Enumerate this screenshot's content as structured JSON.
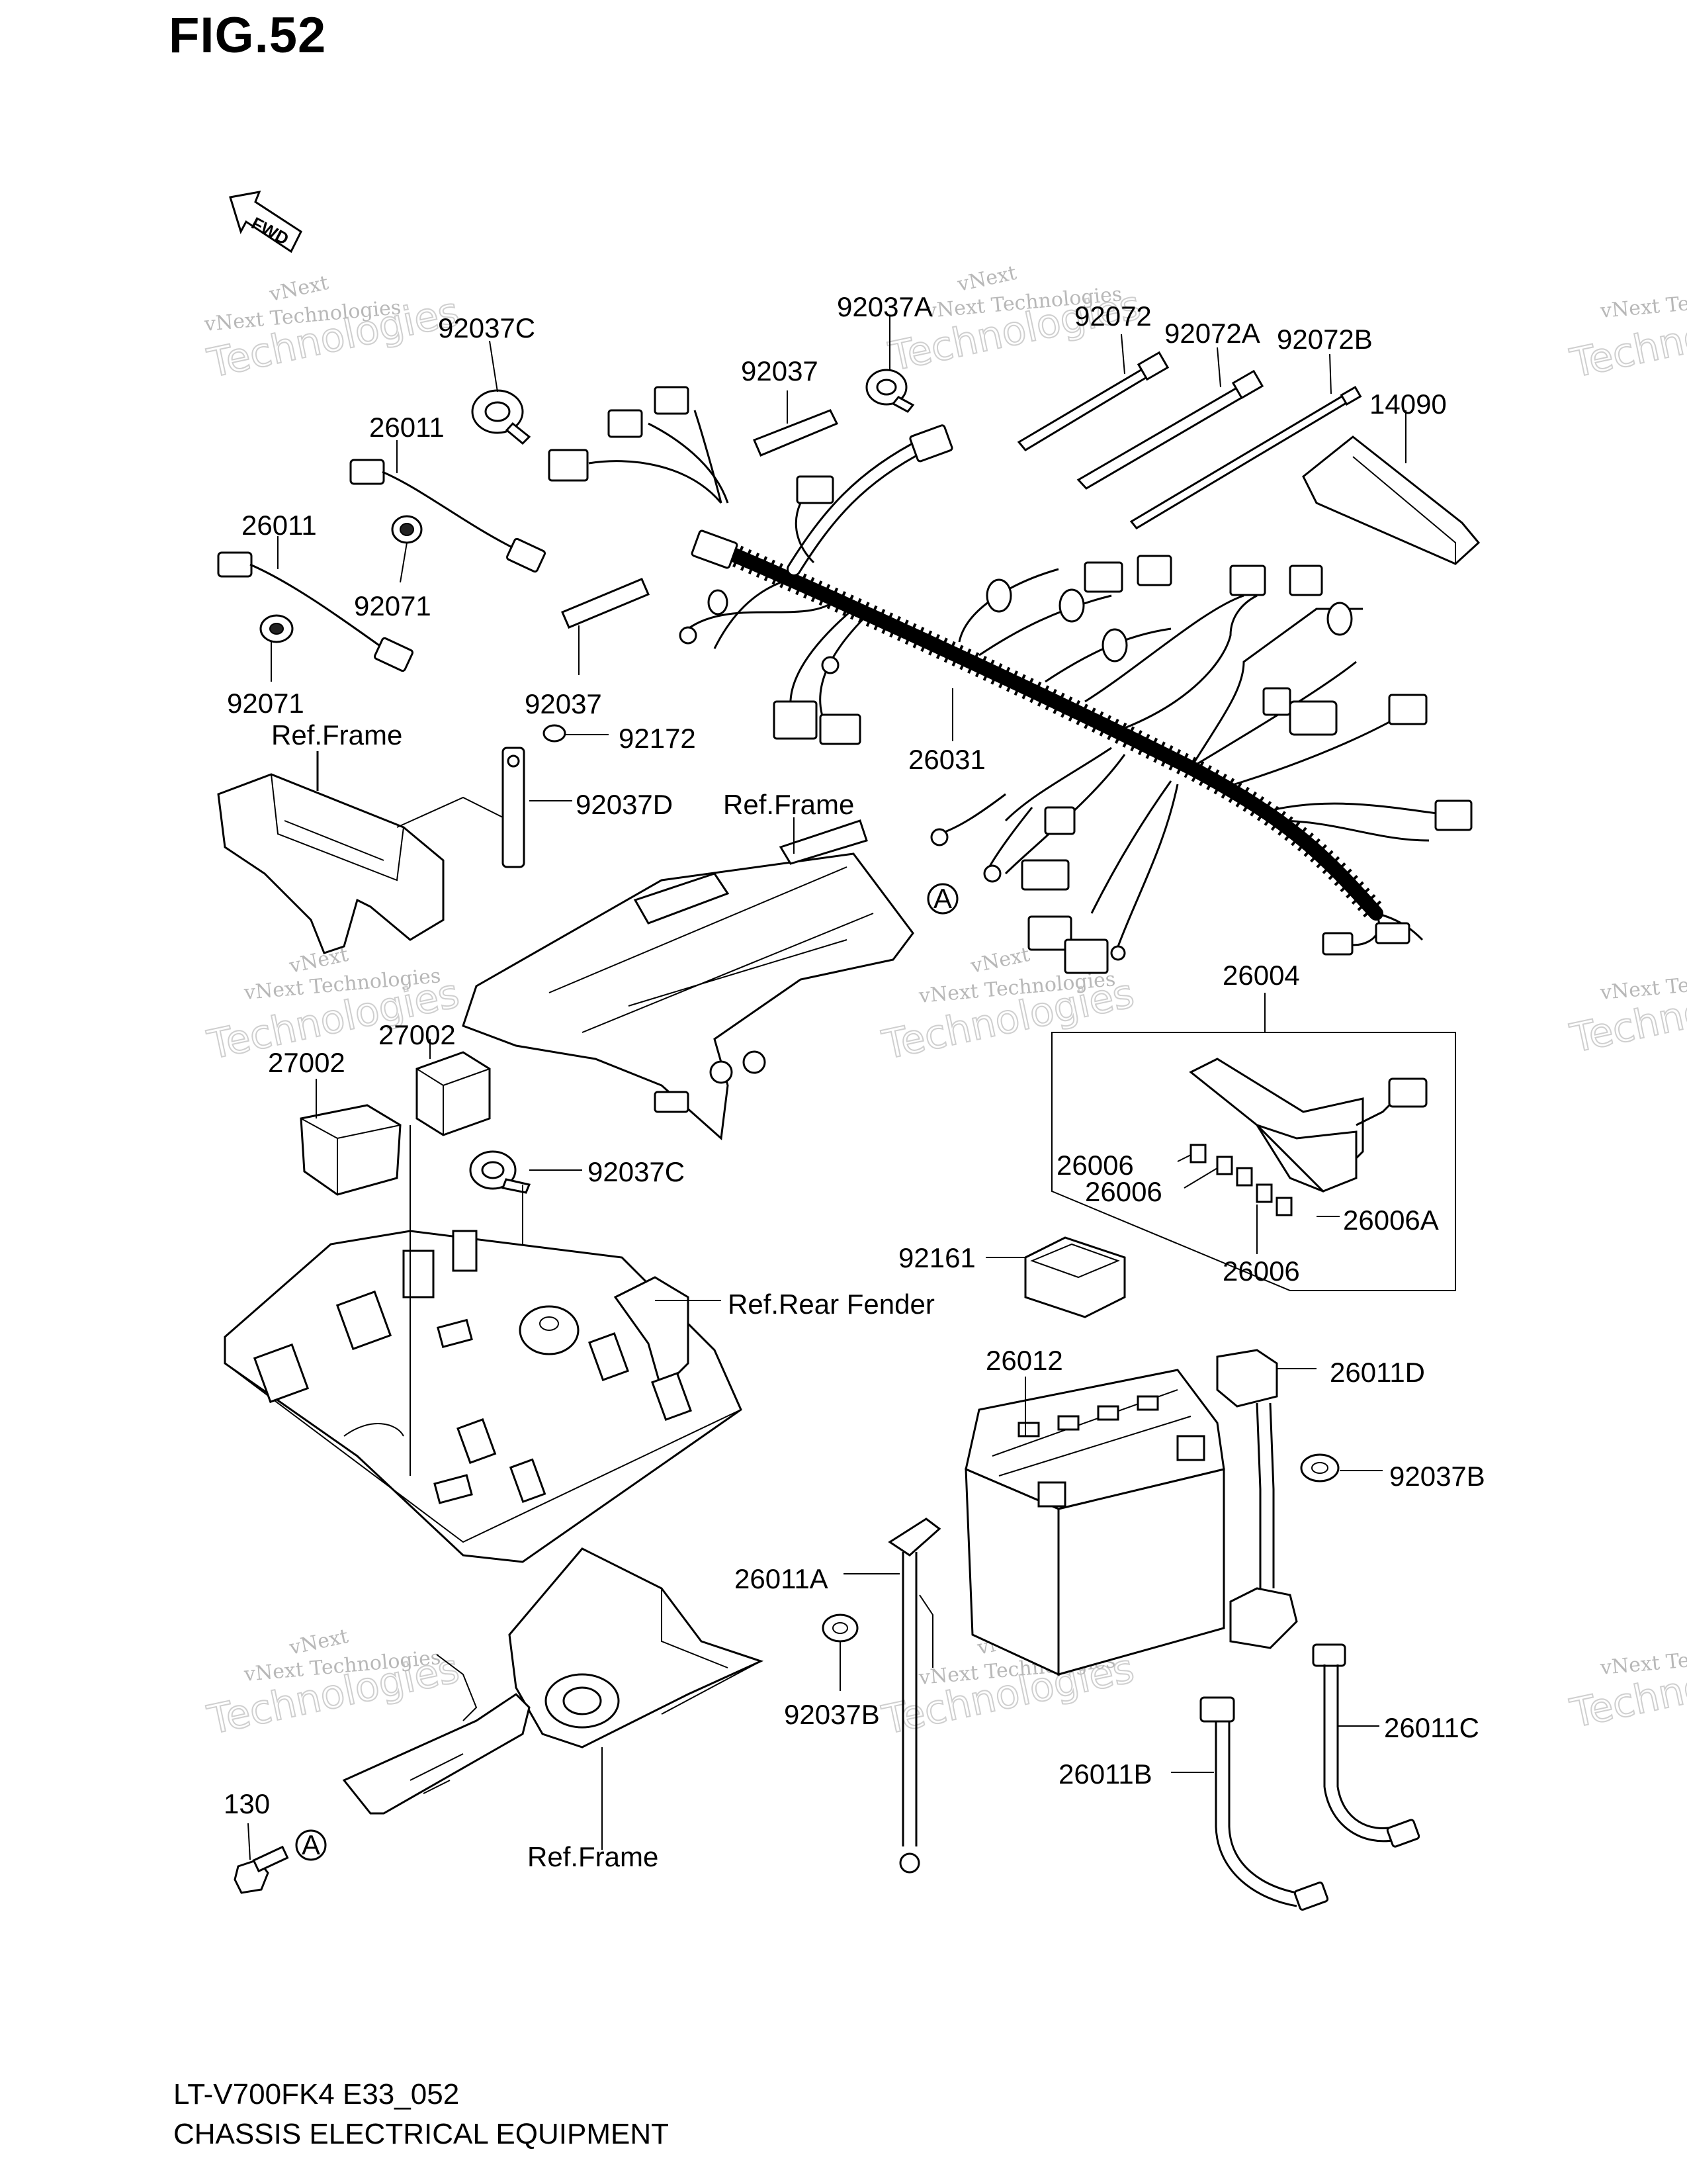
{
  "figure": {
    "title": "FIG.52",
    "model_code": "LT-V700FK4 E33_052",
    "section_name": "CHASSIS ELECTRICAL EQUIPMENT",
    "fwd_label": "FWD"
  },
  "watermark": {
    "line1": "vNext Technologies",
    "line2": "Technologies",
    "line3": "vNext"
  },
  "callouts": {
    "c92037C_top": "92037C",
    "c92037A": "92037A",
    "c92072": "92072",
    "c92072A": "92072A",
    "c92072B": "92072B",
    "c14090": "14090",
    "c92037_top": "92037",
    "c26011_a": "26011",
    "c26011_b": "26011",
    "c92071_a": "92071",
    "c92071_b": "92071",
    "c92037_mid": "92037",
    "c92172": "92172",
    "c26031": "26031",
    "c92037D": "92037D",
    "c_ref_frame_1": "Ref.Frame",
    "c_ref_frame_2": "Ref.Frame",
    "c_ref_frame_3": "Ref.Frame",
    "c_A_1": "A",
    "c_A_2": "A",
    "c26004": "26004",
    "c27002_a": "27002",
    "c27002_b": "27002",
    "c92037C_mid": "92037C",
    "c26006_1": "26006",
    "c26006_2": "26006",
    "c26006A": "26006A",
    "c26006_3": "26006",
    "c92161": "92161",
    "c_ref_rear_fender": "Ref.Rear Fender",
    "c26012": "26012",
    "c26011D": "26011D",
    "c92037B_a": "92037B",
    "c26011A": "26011A",
    "c92037B_b": "92037B",
    "c26011C": "26011C",
    "c26011B": "26011B",
    "c130": "130"
  }
}
